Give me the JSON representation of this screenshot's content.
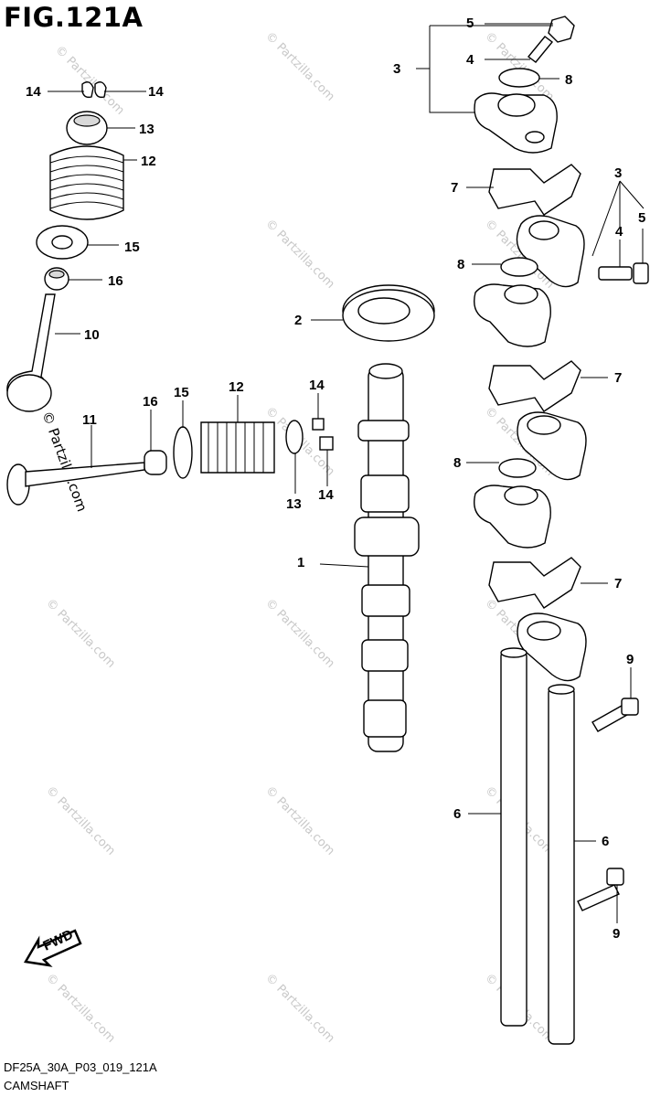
{
  "figure": {
    "title": "FIG.121A",
    "code": "DF25A_30A_P03_019_121A",
    "name": "CAMSHAFT"
  },
  "fwd_label": "FWD",
  "watermark_text": "© Partzilla.com",
  "callouts": {
    "c1": "1",
    "c2": "2",
    "c3a": "3",
    "c3b": "3",
    "c4a": "4",
    "c4b": "4",
    "c5a": "5",
    "c5b": "5",
    "c6a": "6",
    "c6b": "6",
    "c7a": "7",
    "c7b": "7",
    "c7c": "7",
    "c8a": "8",
    "c8b": "8",
    "c8c": "8",
    "c9a": "9",
    "c9b": "9",
    "c10": "10",
    "c11": "11",
    "c12a": "12",
    "c12b": "12",
    "c13a": "13",
    "c13b": "13",
    "c14a": "14",
    "c14b": "14",
    "c14c": "14",
    "c14d": "14",
    "c15a": "15",
    "c15b": "15",
    "c16a": "16",
    "c16b": "16"
  }
}
